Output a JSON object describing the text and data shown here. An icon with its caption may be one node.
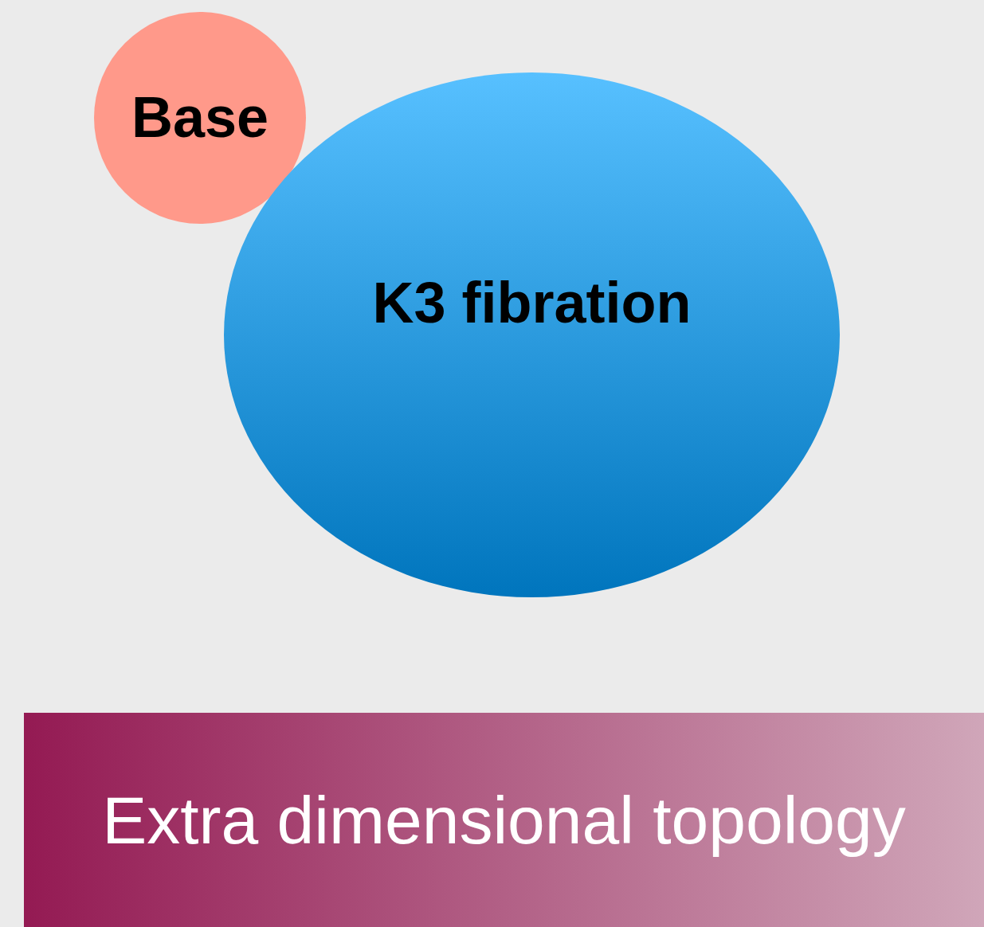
{
  "diagram": {
    "nodes": [
      {
        "text": [
          "Base"
        ]
      },
      {
        "text": [
          "K3 fibration"
        ]
      },
      {
        "text": [
          "Extra dimensional topology"
        ]
      }
    ],
    "edges": []
  }
}
